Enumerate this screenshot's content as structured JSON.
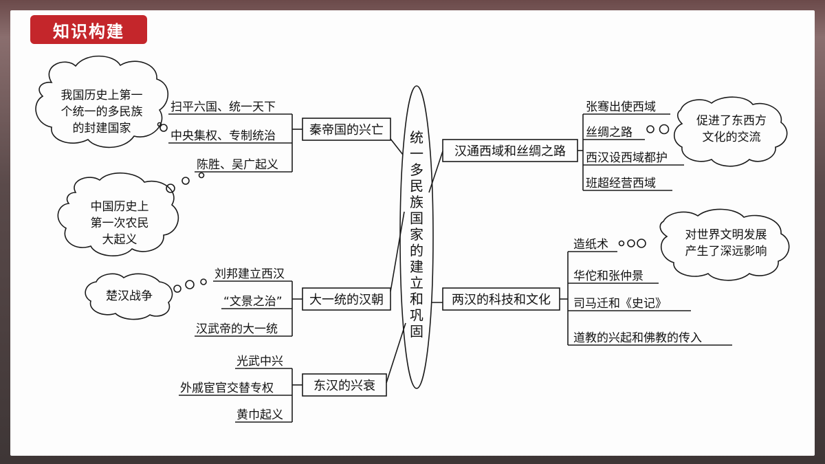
{
  "header": {
    "title": "知识构建"
  },
  "center": {
    "title": "统一多民族国家的建立和巩固"
  },
  "left": {
    "qin": {
      "title": "秦帝国的兴亡",
      "items": [
        "扫平六国、统一天下",
        "中央集权、专制统治",
        "陈胜、吴广起义"
      ],
      "note1": [
        "我国历史上第一",
        "个统一的多民族",
        "的封建国家"
      ],
      "note2": [
        "中国历史上",
        "第一次农民",
        "大起义"
      ]
    },
    "xihan": {
      "title": "大一统的汉朝",
      "items": [
        "刘邦建立西汉",
        "“文景之治”",
        "汉武帝的大一统"
      ],
      "note": "楚汉战争"
    },
    "donghan": {
      "title": "东汉的兴衰",
      "items": [
        "光武中兴",
        "外戚宦官交替专权",
        "黄巾起义"
      ]
    }
  },
  "right": {
    "silk": {
      "title": "汉通西域和丝绸之路",
      "items": [
        "张骞出使西域",
        "丝绸之路",
        "西汉设西域都护",
        "班超经营西域"
      ],
      "note": [
        "促进了东西方",
        "文化的交流"
      ]
    },
    "culture": {
      "title": "两汉的科技和文化",
      "items": [
        "造纸术",
        "华佗和张仲景",
        "司马迁和《史记》",
        "道教的兴起和佛教的传入"
      ],
      "note": [
        "对世界文明发展",
        "产生了深远影响"
      ]
    }
  },
  "colors": {
    "badge": "#c4262b",
    "line": "#1a1a1a",
    "panel": "#fdfdfd"
  }
}
